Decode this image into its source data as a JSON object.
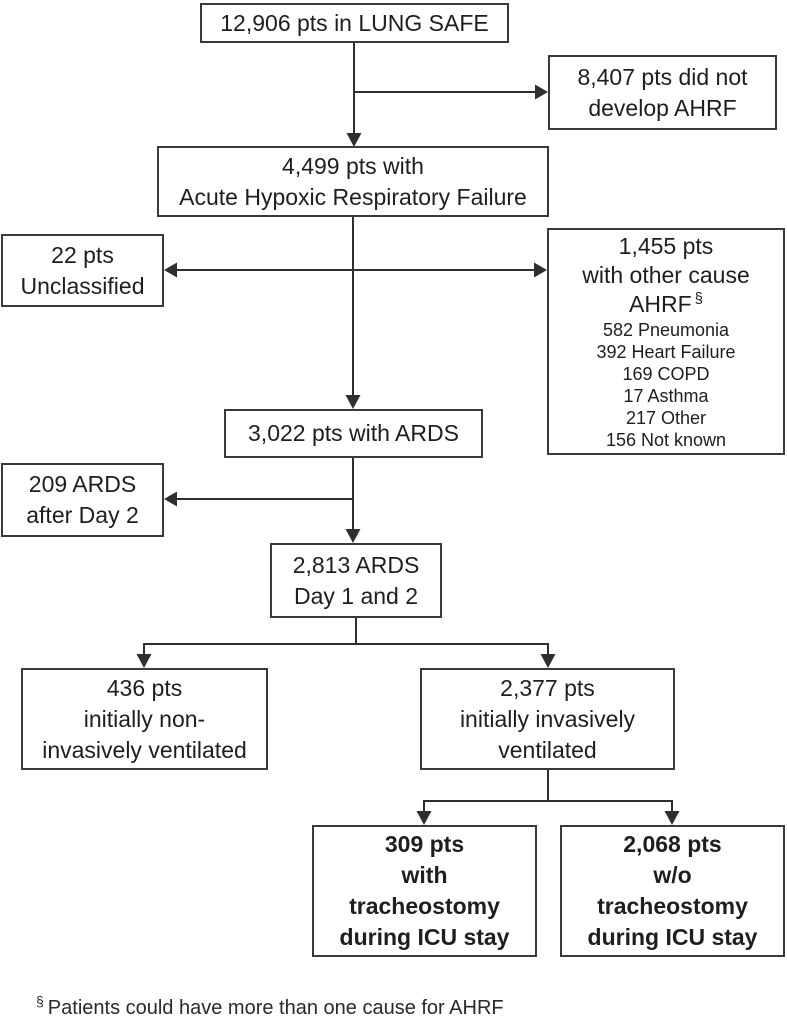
{
  "figure": {
    "boxes": {
      "lung_safe": {
        "lines": [
          "12,906 pts in LUNG SAFE"
        ]
      },
      "no_ahrf": {
        "lines": [
          "8,407 pts did not",
          "develop AHRF"
        ]
      },
      "ahrf": {
        "lines": [
          "4,499 pts with",
          "Acute Hypoxic Respiratory Failure"
        ]
      },
      "unclassified": {
        "lines": [
          "22 pts",
          "Unclassified"
        ]
      },
      "other_cause": {
        "lines": [
          "1,455 pts",
          "with other cause"
        ],
        "ahrf_word": "AHRF",
        "marker": "§",
        "causes": [
          "582 Pneumonia",
          "392 Heart Failure",
          "169 COPD",
          "17 Asthma",
          "217 Other",
          "156 Not known"
        ]
      },
      "ards": {
        "lines": [
          "3,022 pts with ARDS"
        ]
      },
      "ards_after_day2": {
        "lines": [
          "209 ARDS",
          "after Day 2"
        ]
      },
      "ards_day_1_2": {
        "lines": [
          "2,813 ARDS",
          "Day 1 and 2"
        ]
      },
      "noninvasive": {
        "lines": [
          "436 pts",
          "initially non-",
          "invasively ventilated"
        ]
      },
      "invasive": {
        "lines": [
          "2,377 pts",
          "initially invasively",
          "ventilated"
        ]
      },
      "tracheostomy": {
        "lines": [
          "309 pts",
          "with",
          "tracheostomy",
          "during ICU stay"
        ]
      },
      "no_tracheostomy": {
        "lines": [
          "2,068 pts",
          "w/o",
          "tracheostomy",
          "during ICU stay"
        ]
      }
    },
    "footnote": {
      "marker": "§",
      "text": "Patients could have more than one cause for AHRF"
    },
    "colors": {
      "background": "#ffffff",
      "box_border": "#3a3a3a",
      "text": "#1e1e1e",
      "connector": "#2f2f2f"
    }
  }
}
